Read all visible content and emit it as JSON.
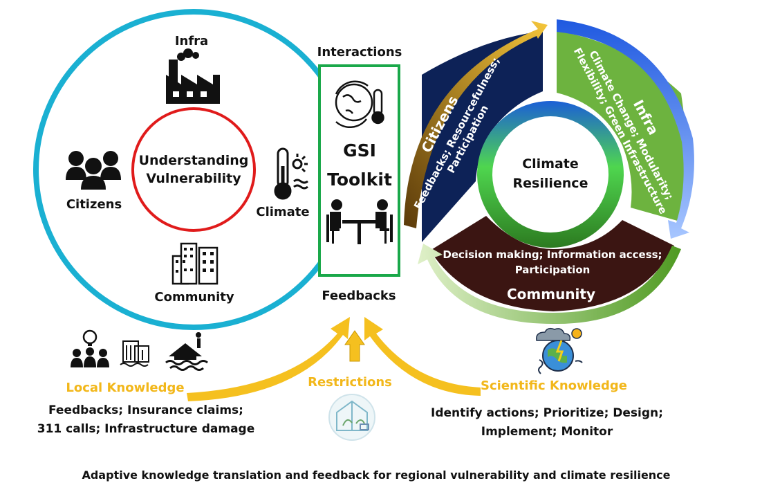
{
  "left_circle": {
    "infra_label": "Infra",
    "citizens_label": "Citizens",
    "climate_label": "Climate",
    "community_label": "Community",
    "center_line1": "Understanding",
    "center_line2": "Vulnerability"
  },
  "toolkit": {
    "interactions_label": "Interactions",
    "title_line1": "GSI",
    "title_line2": "Toolkit",
    "feedbacks_label": "Feedbacks"
  },
  "resilience_cycle": {
    "center_line1": "Climate",
    "center_line2": "Resilience",
    "citizens_title": "Citizens",
    "citizens_desc_line1": "Feedbacks; Resourcefulness;",
    "citizens_desc_line2": "Participation",
    "infra_title": "Infra",
    "infra_desc_line1": "Climate Change; Modularity;",
    "infra_desc_line2": "Flexibility; Green Infrastructure",
    "community_title": "Community",
    "community_desc_line1": "Decision making; Information access;",
    "community_desc_line2": "Participation"
  },
  "bottom": {
    "local_knowledge_title": "Local Knowledge",
    "local_knowledge_line1": "Feedbacks; Insurance claims;",
    "local_knowledge_line2": "311 calls; Infrastructure damage",
    "restrictions_title": "Restrictions",
    "scientific_knowledge_title": "Scientific Knowledge",
    "scientific_line1": "Identify actions; Prioritize; Design;",
    "scientific_line2": "Implement; Monitor",
    "caption": "Adaptive knowledge translation and feedback for regional vulnerability and climate resilience"
  },
  "colors": {
    "outer_circle": "#1ab0d2",
    "inner_circle": "#e01b1b",
    "toolkit_border": "#1aa84a",
    "citizens_segment": "#0d2257",
    "infra_segment": "#6db33f",
    "community_segment": "#3b1512",
    "knowledge_arrows": "#f5c01f",
    "knowledge_text": "#f2b71a"
  }
}
